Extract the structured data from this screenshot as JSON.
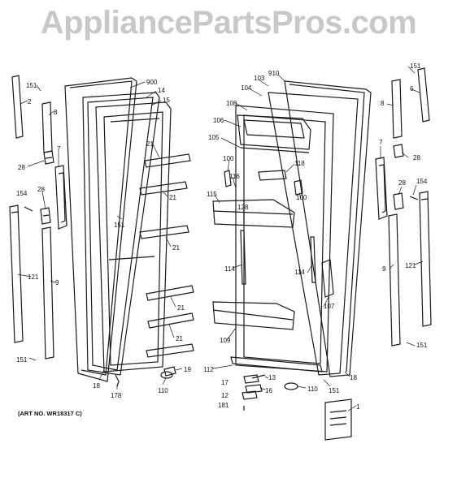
{
  "watermark": "AppliancePartsPros.com",
  "art_number": "(ART NO. WR18317 C)",
  "callouts": [
    "151",
    "2",
    "8",
    "7",
    "28",
    "28",
    "154",
    "121",
    "9",
    "151",
    "900",
    "14",
    "15",
    "21",
    "21",
    "151",
    "21",
    "21",
    "21",
    "18",
    "178",
    "110",
    "19",
    "103",
    "104",
    "910",
    "108",
    "106",
    "105",
    "100",
    "116",
    "118",
    "115",
    "128",
    "100",
    "114",
    "114",
    "109",
    "112",
    "107",
    "17",
    "13",
    "12",
    "16",
    "181",
    "110",
    "151",
    "18",
    "1",
    "151",
    "6",
    "8",
    "7",
    "28",
    "28",
    "154",
    "9",
    "121",
    "151"
  ]
}
